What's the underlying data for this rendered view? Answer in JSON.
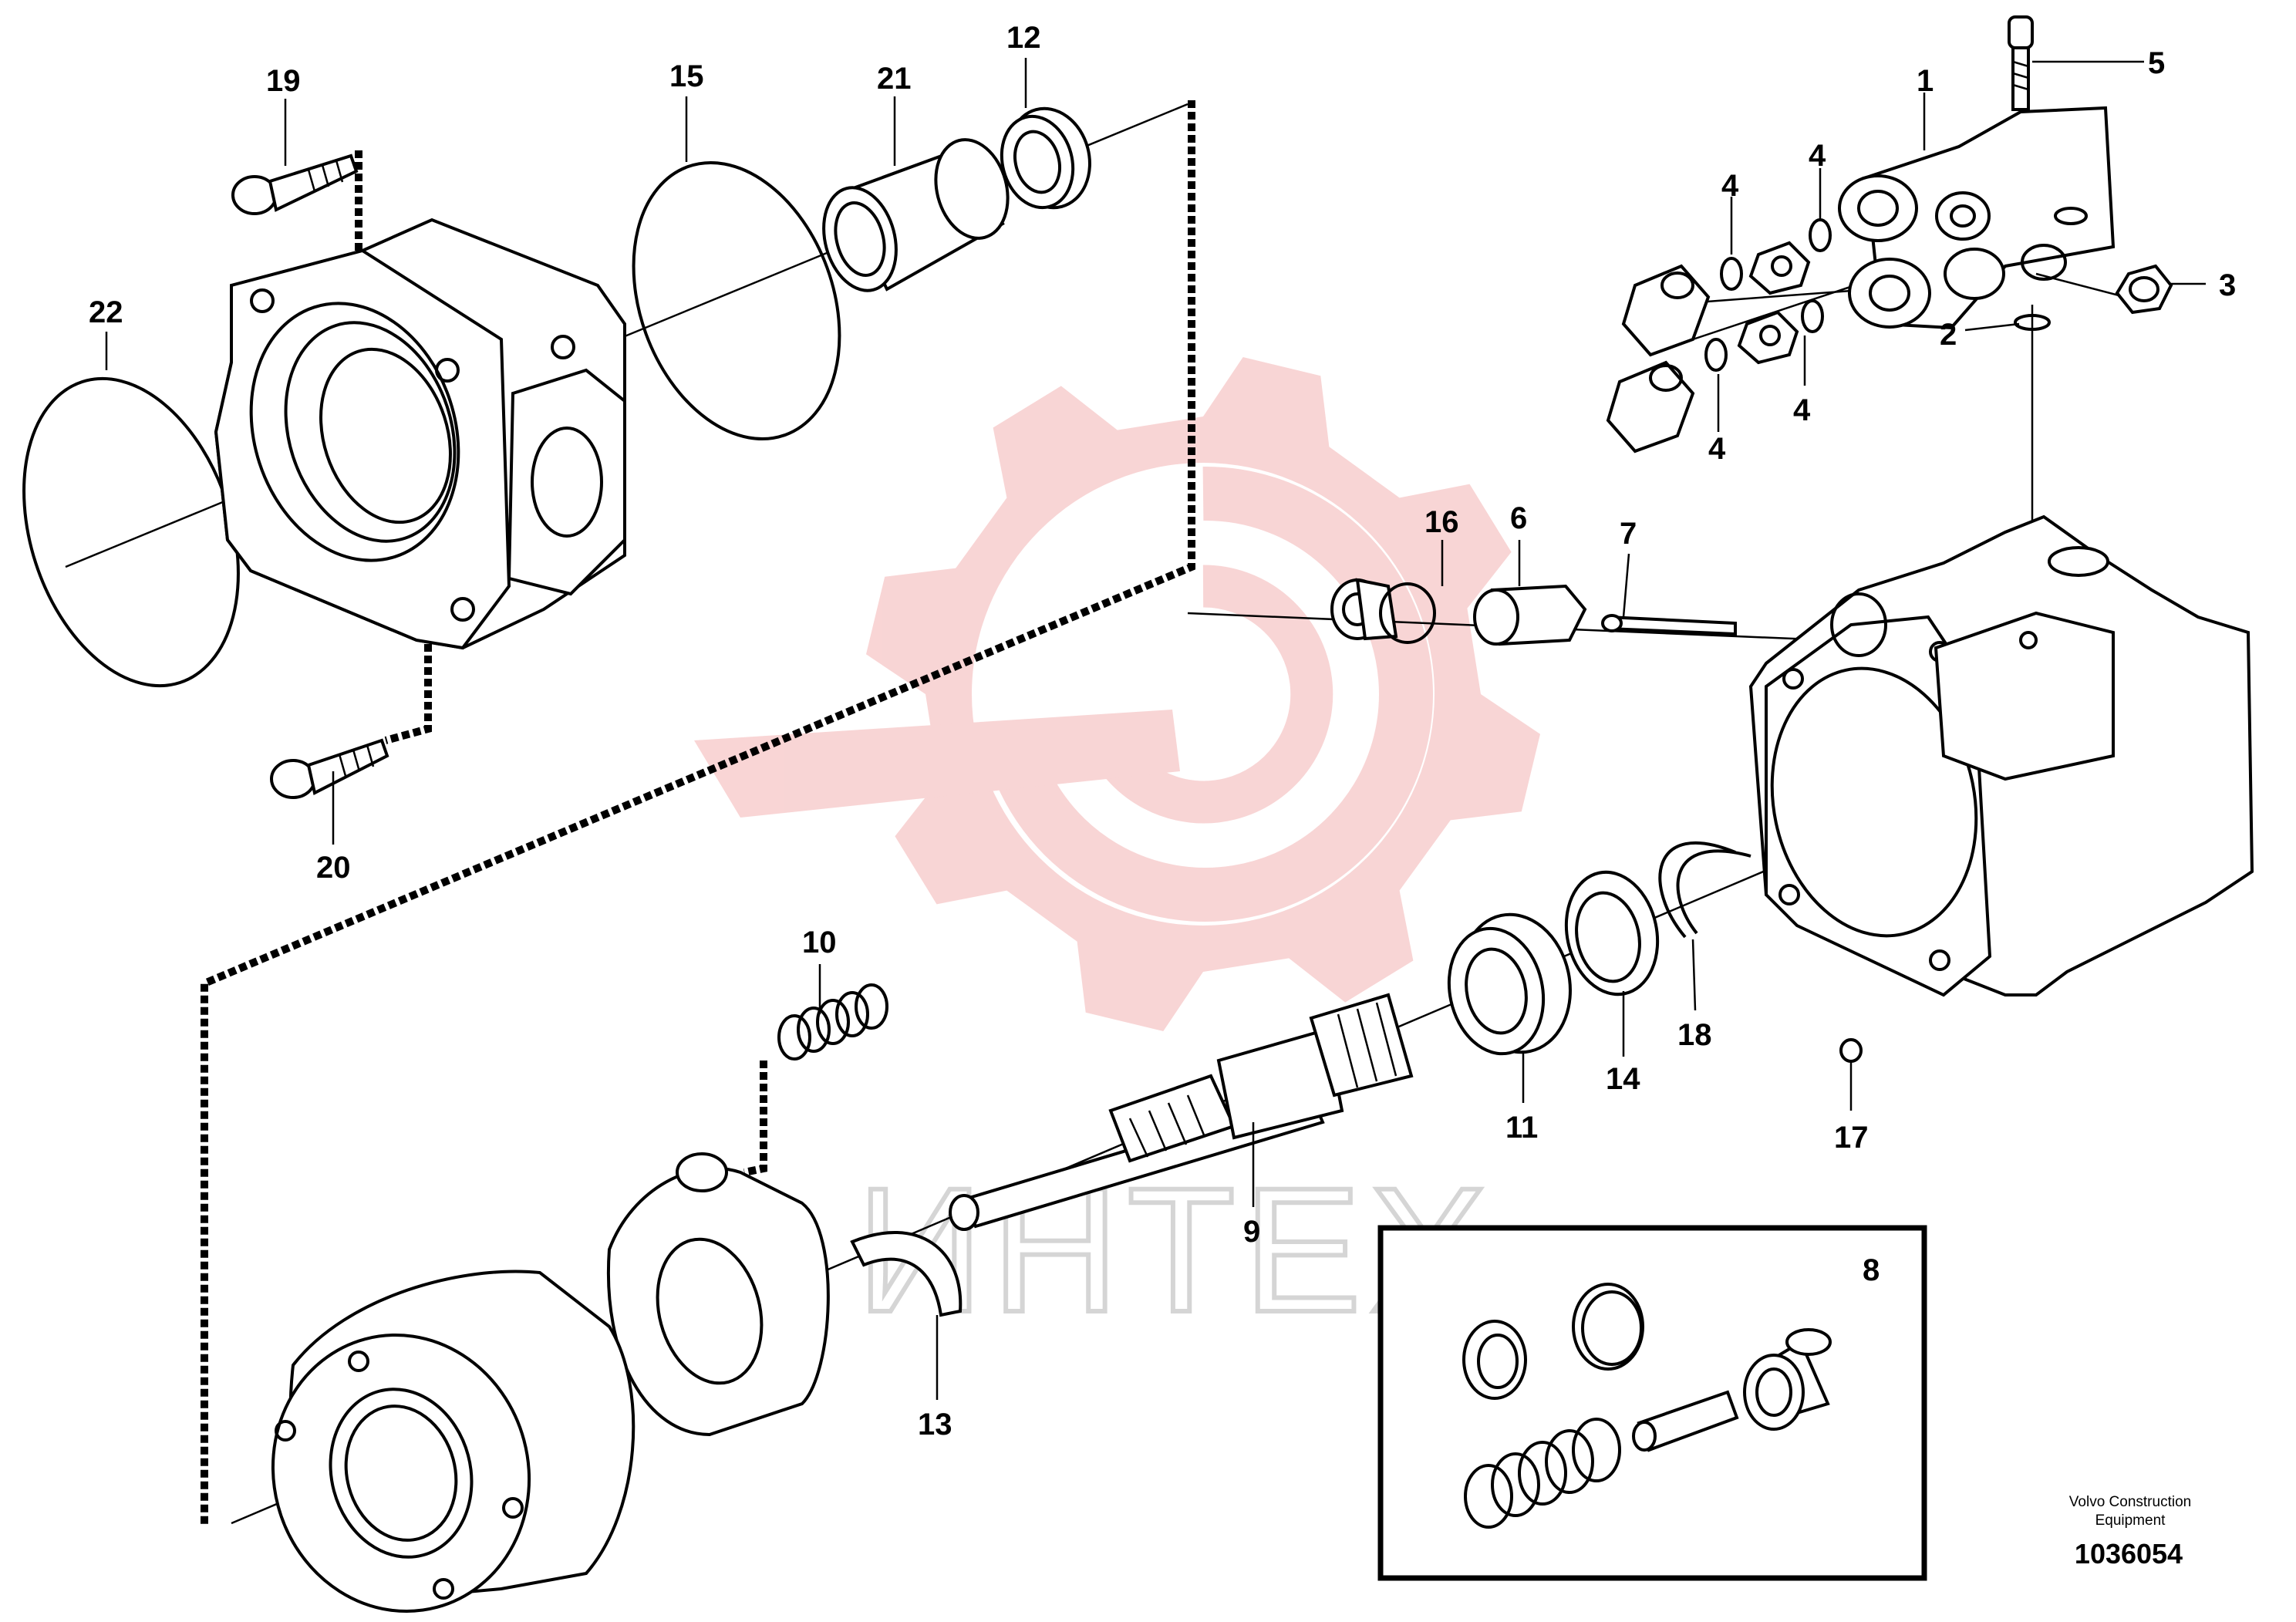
{
  "diagram": {
    "callouts": {
      "p1": "1",
      "p2": "2",
      "p3": "3",
      "p4a": "4",
      "p4b": "4",
      "p4c": "4",
      "p4d": "4",
      "p5": "5",
      "p6": "6",
      "p7": "7",
      "p8": "8",
      "p9": "9",
      "p10": "10",
      "p11": "11",
      "p12": "12",
      "p13": "13",
      "p14": "14",
      "p15": "15",
      "p16": "16",
      "p17": "17",
      "p18": "18",
      "p19": "19",
      "p20": "20",
      "p21": "21",
      "p22": "22"
    },
    "credit_line1": "Volvo Construction",
    "credit_line2": "Equipment",
    "drawing_number": "1036054",
    "watermark_text": "ИНТЕХ",
    "watermark_color": "#f4b3b3"
  }
}
